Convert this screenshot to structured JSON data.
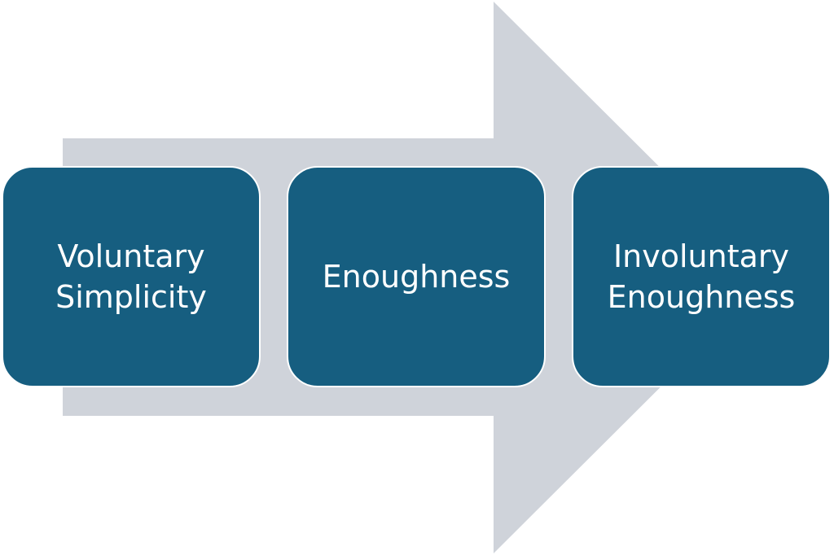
{
  "diagram": {
    "arrow_color": "#cfd3da",
    "box_color": "#165e80",
    "steps": [
      {
        "label": "Voluntary\nSimplicity"
      },
      {
        "label": "Enoughness"
      },
      {
        "label": "Involuntary\nEnoughness"
      }
    ]
  }
}
